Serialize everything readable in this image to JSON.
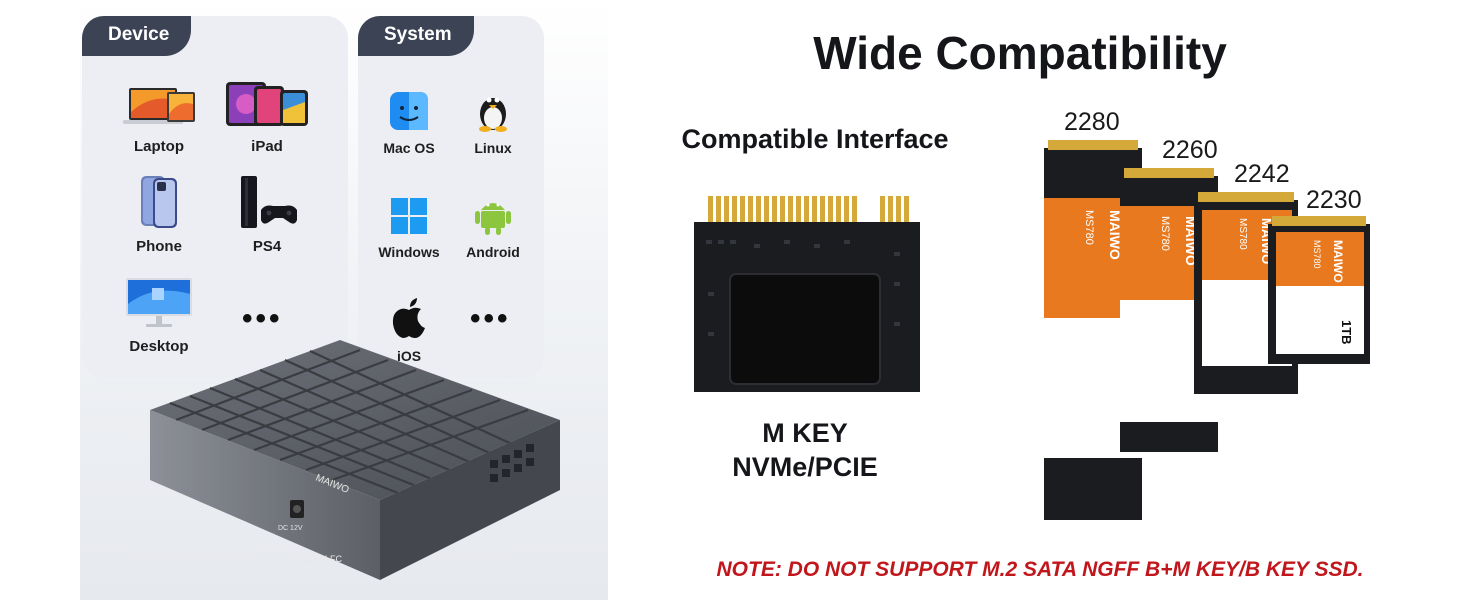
{
  "left": {
    "device": {
      "tab": "Device",
      "items": [
        {
          "label": "Laptop",
          "icon": "laptop-icon"
        },
        {
          "label": "iPad",
          "icon": "ipad-icon"
        },
        {
          "label": "Phone",
          "icon": "phone-icon"
        },
        {
          "label": "PS4",
          "icon": "ps4-icon"
        },
        {
          "label": "Desktop",
          "icon": "desktop-icon"
        }
      ],
      "more": "•••"
    },
    "system": {
      "tab": "System",
      "items": [
        {
          "label": "Mac OS",
          "icon": "macos-icon"
        },
        {
          "label": "Linux",
          "icon": "linux-icon"
        },
        {
          "label": "Windows",
          "icon": "windows-icon"
        },
        {
          "label": "Android",
          "icon": "android-icon"
        },
        {
          "label": "iOS",
          "icon": "apple-icon"
        }
      ],
      "more": "•••"
    },
    "enclosure": {
      "brand": "MAIWO",
      "port": "DC 12V"
    }
  },
  "right": {
    "title": "Wide Compatibility",
    "interface_title": "Compatible Interface",
    "mkey_line1": "M KEY",
    "mkey_line2": "NVMe/PCIE",
    "sizes": [
      "2280",
      "2260",
      "2242",
      "2230"
    ],
    "ssd_brand": "MAIWO",
    "ssd_model": "MS780",
    "ssd_capacity": "1TB",
    "note": "NOTE: DO NOT SUPPORT M.2 SATA NGFF B+M KEY/B KEY SSD."
  },
  "colors": {
    "tab_bg": "#3b4354",
    "note_red": "#c0161c",
    "ssd_orange": "#e8791e",
    "pcb_black": "#1b1c1f",
    "gold": "#d4a93a"
  }
}
